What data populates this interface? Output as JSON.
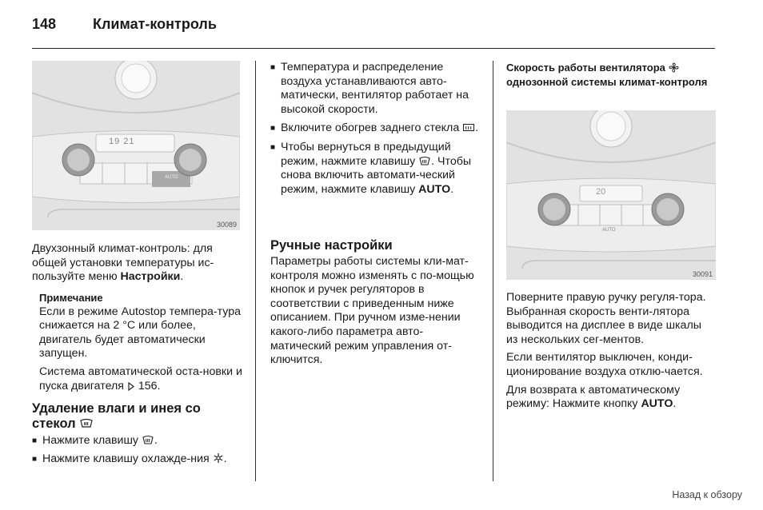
{
  "header": {
    "page_number": "148",
    "title": "Климат-контроль"
  },
  "figures": {
    "left_id": "30089",
    "right_id": "30091",
    "left_display": "19  21",
    "right_display": "20",
    "auto_button": "AUTO"
  },
  "col1": {
    "intro_1": "Двухзонный климат-контроль: для общей установки температуры ис-пользуйте меню ",
    "intro_bold": "Настройки",
    "intro_2": ".",
    "note_title": "Примечание",
    "note_text": "Если в режиме Autostop темпера-тура снижается на 2 °C или более, двигатель будет автоматически запущен.",
    "note_text2": "Система автоматической оста-новки и пуска двигателя",
    "note_ref": " 156.",
    "heading_defog": "Удаление влаги и инея со стекол",
    "bullet1": "Нажмите клавишу",
    "bullet2": "Нажмите клавишу охлажде-ния"
  },
  "col2": {
    "b1": "Температура и распределение воздуха устанавливаются авто-матически, вентилятор работает на высокой скорости.",
    "b2": "Включите обогрев заднего стекла",
    "b3_1": "Чтобы вернуться в предыдущий режим, нажмите клавишу",
    "b3_2": ". Чтобы снова включить автомати-ческий режим, нажмите клавишу",
    "b3_auto": "AUTO",
    "heading_manual": "Ручные настройки",
    "manual_text": "Параметры работы системы кли-мат-контроля можно изменять с по-мощью кнопок и ручек регуляторов в соответствии с приведенным ниже описанием. При ручном изме-нении какого-либо параметра авто-матический режим управления от-ключится."
  },
  "col3": {
    "heading_1": "Скорость работы вентилятора",
    "heading_2": "однозонной системы климат-контроля",
    "p1": "Поверните правую ручку регуля-тора. Выбранная скорость венти-лятора выводится на дисплее в виде шкалы из нескольких сег-ментов.",
    "p2": "Если вентилятор выключен, конди-ционирование воздуха отклю-чается.",
    "p3": "Для возврата к автоматическому режиму: Нажмите кнопку",
    "p3_auto": "AUTO",
    "p3_end": "."
  },
  "footer": {
    "back_link": "Назад к обзору"
  }
}
